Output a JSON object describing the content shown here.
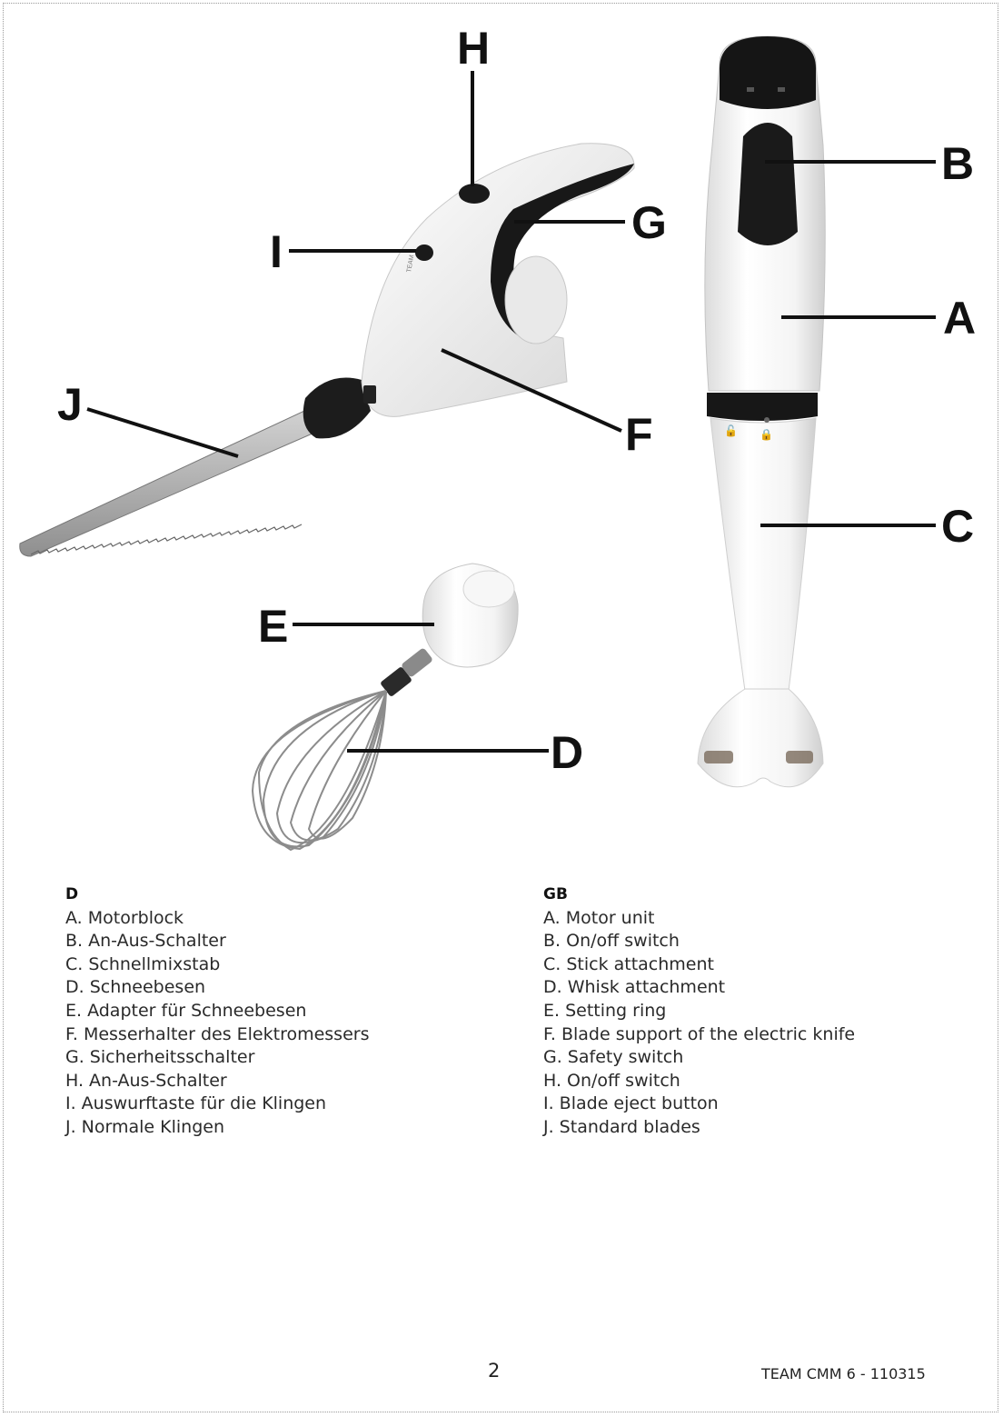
{
  "callouts": {
    "a": "A",
    "b": "B",
    "c": "C",
    "d": "D",
    "e": "E",
    "f": "F",
    "g": "G",
    "h": "H",
    "i": "I",
    "j": "J"
  },
  "knife_logo": "TEAM",
  "legend_de": {
    "heading": "D",
    "items": [
      "A.  Motorblock",
      "B.  An-Aus-Schalter",
      "C.  Schnellmixstab",
      "D.  Schneebesen",
      "E.  Adapter für Schneebesen",
      "F.  Messerhalter des Elektromessers",
      "G.  Sicherheitsschalter",
      "H.  An-Aus-Schalter",
      "I.  Auswurftaste für die Klingen",
      "J.  Normale Klingen"
    ]
  },
  "legend_gb": {
    "heading": "GB",
    "items": [
      "A.  Motor unit",
      "B.  On/off switch",
      "C.  Stick attachment",
      "D.  Whisk attachment",
      "E.  Setting ring",
      "F.  Blade support of the electric knife",
      "G.  Safety switch",
      "H.  On/off switch",
      "I.  Blade eject button",
      "J.  Standard blades"
    ]
  },
  "footer": {
    "page_number": "2",
    "doc_ref": "TEAM CMM 6 - 110315"
  },
  "colors": {
    "appliance_body": "#f2f2f2",
    "appliance_trim": "#1a1a1a",
    "blade": "#b8b8b8",
    "leader_lines": "#111111"
  }
}
